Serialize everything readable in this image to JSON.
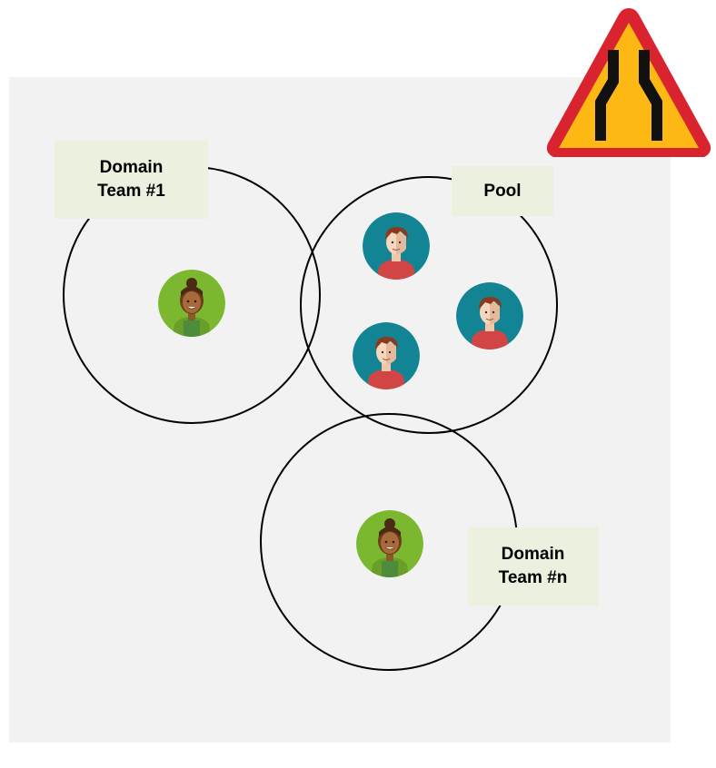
{
  "labels": {
    "team_1": "Domain\nTeam #1",
    "pool": "Pool",
    "team_n": "Domain\nTeam #n"
  },
  "icons": {
    "warning_sign": "road-narrows-warning-sign-icon",
    "female": "woman-avatar-icon",
    "male": "man-avatar-icon"
  },
  "colors": {
    "background": "#f2f2f2",
    "label_fill": "#ebf1de",
    "female_avatar_bg": "#7cb82f",
    "male_avatar_bg": "#138494",
    "sign_fill": "#fdb813",
    "sign_border": "#d9232e"
  }
}
